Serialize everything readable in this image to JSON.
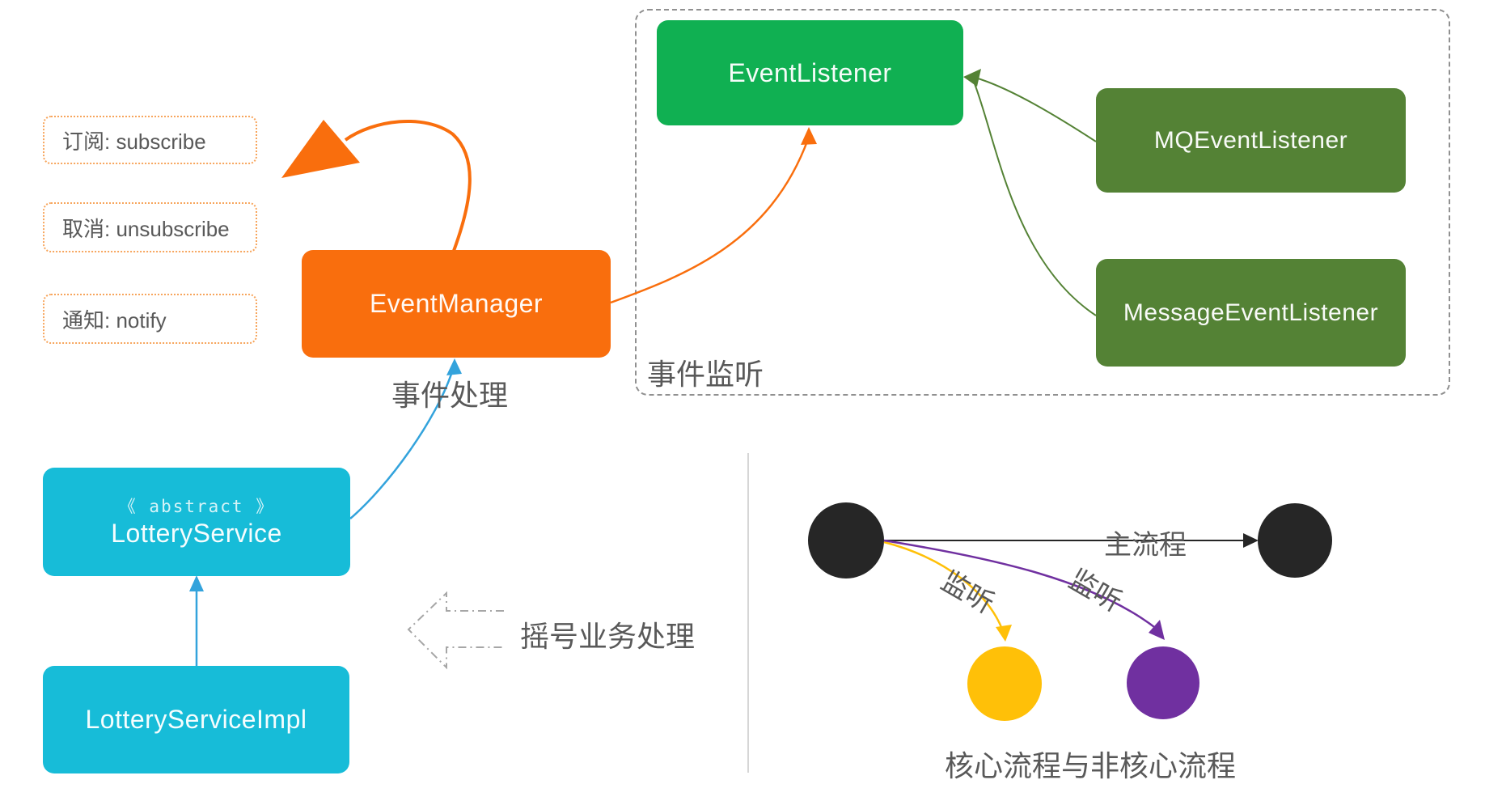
{
  "colors": {
    "orange": "#F96E0D",
    "bright_green": "#10B052",
    "olive_green": "#548235",
    "cyan": "#17BCD8",
    "blue": "#33A3DC",
    "yellow": "#FFC008",
    "purple": "#7030A0",
    "flow_black": "#262626",
    "gray_text": "#595959"
  },
  "pubsub": {
    "ops": [
      {
        "label": "订阅: subscribe"
      },
      {
        "label": "取消: unsubscribe"
      },
      {
        "label": "通知: notify"
      }
    ],
    "event_manager_label": "EventManager",
    "event_handling_caption": "事件处理"
  },
  "listening": {
    "group_caption": "事件监听",
    "event_listener_label": "EventListener",
    "mq_event_listener_label": "MQEventListener",
    "message_event_listener_label": "MessageEventListener"
  },
  "lottery": {
    "stereotype": "《 abstract 》",
    "service_label": "LotteryService",
    "service_impl_label": "LotteryServiceImpl",
    "business_caption": "摇号业务处理"
  },
  "flow": {
    "main_flow_label": "主流程",
    "listen_label_yellow": "监听",
    "listen_label_purple": "监听",
    "caption": "核心流程与非核心流程"
  }
}
